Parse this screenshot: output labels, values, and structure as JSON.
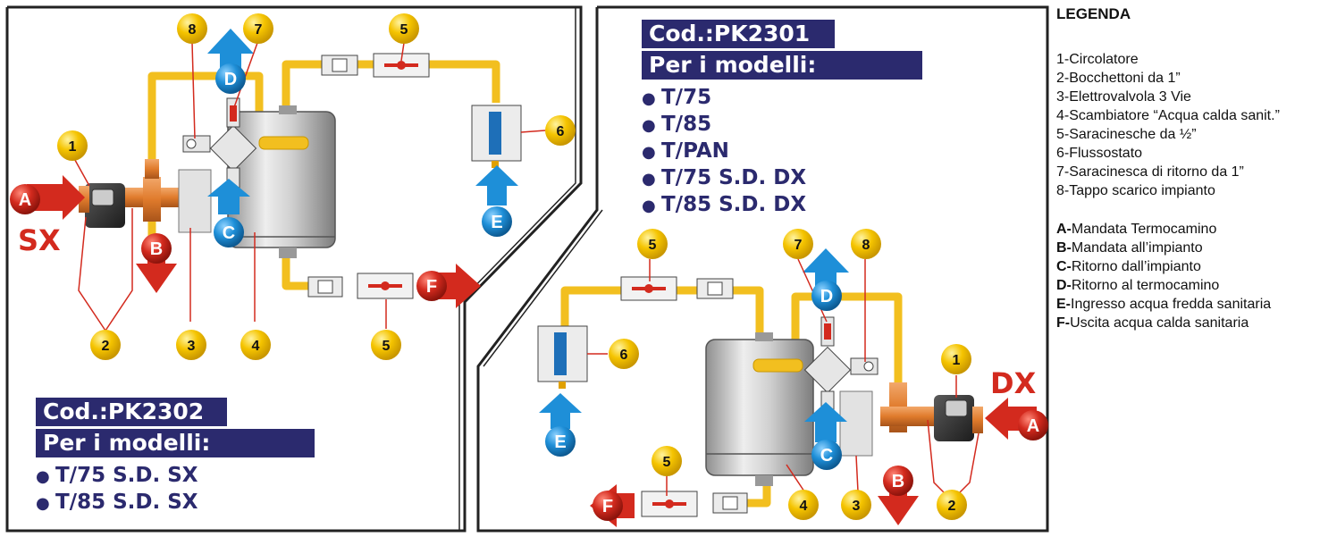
{
  "left_panel": {
    "side_tag": "SX",
    "code": "Cod.:PK2302",
    "models_title": "Per i modelli:",
    "models": [
      "T/75 S.D. SX",
      "T/85 S.D. SX"
    ]
  },
  "right_panel": {
    "side_tag": "DX",
    "code": "Cod.:PK2301",
    "models_title": "Per i modelli:",
    "models": [
      "T/75",
      "T/85",
      "T/PAN",
      "T/75 S.D. DX",
      "T/85 S.D. DX"
    ]
  },
  "callouts": {
    "n1": "1",
    "n2": "2",
    "n3": "3",
    "n4": "4",
    "n5": "5",
    "n6": "6",
    "n7": "7",
    "n8": "8",
    "A": "A",
    "B": "B",
    "C": "C",
    "D": "D",
    "E": "E",
    "F": "F"
  },
  "legend": {
    "title": "LEGENDA",
    "items": [
      "1-Circolatore",
      "2-Bocchettoni da 1”",
      "3-Elettrovalvola 3 Vie",
      "4-Scambiatore “Acqua calda sanit.”",
      "5-Saracinesche da ½”",
      "6-Flussostato",
      "7-Saracinesca di ritorno da 1”",
      "8-Tappo scarico impianto"
    ],
    "flows": [
      {
        "key": "A-",
        "text": "Mandata Termocamino"
      },
      {
        "key": "B-",
        "text": "Mandata all’impianto"
      },
      {
        "key": "C-",
        "text": "Ritorno dall’impianto"
      },
      {
        "key": "D-",
        "text": "Ritorno al termocamino"
      },
      {
        "key": "E-",
        "text": "Ingresso acqua fredda sanitaria"
      },
      {
        "key": "F-",
        "text": "Uscita acqua calda sanitaria"
      }
    ]
  },
  "colors": {
    "pipe": "#f2bf1f",
    "red_arrow": "#d32a1e",
    "blue_arrow": "#1e8fd8",
    "callout": "#f5c400",
    "navy": "#2b2a6e",
    "frame": "#222222"
  }
}
